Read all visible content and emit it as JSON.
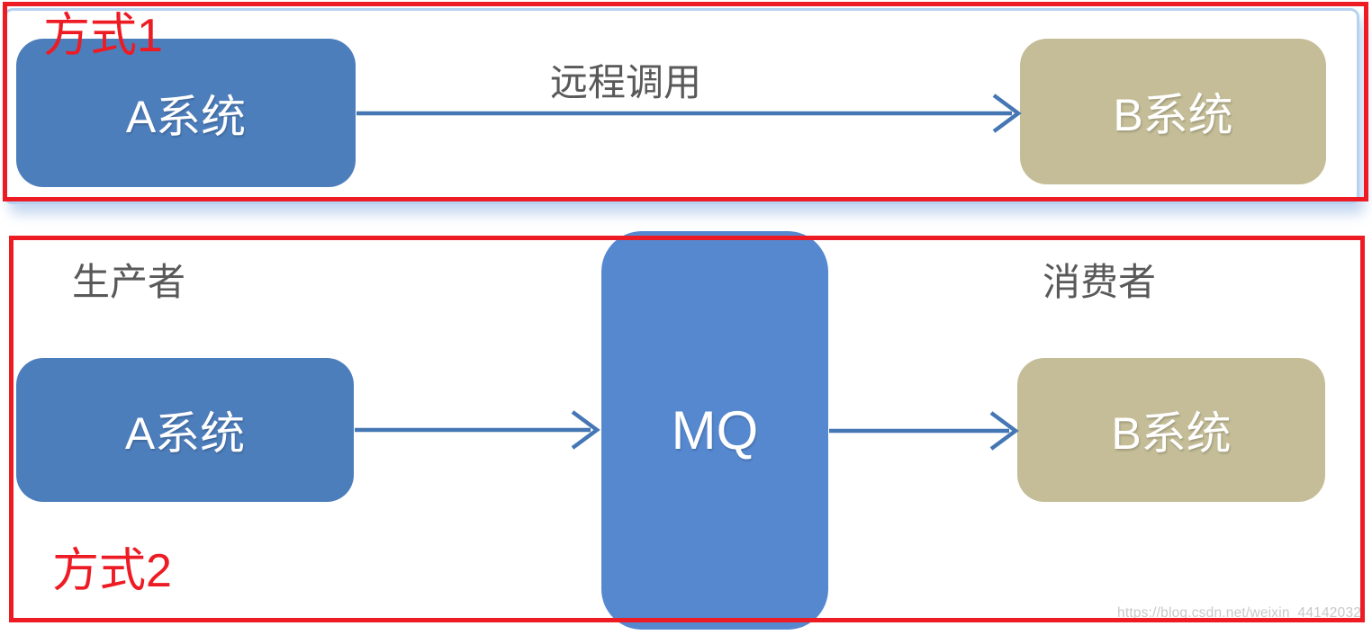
{
  "method1": {
    "label": "方式1",
    "system_a": "A系统",
    "arrow_label": "远程调用",
    "system_b": "B系统"
  },
  "method2": {
    "label": "方式2",
    "producer_label": "生产者",
    "consumer_label": "消费者",
    "system_a": "A系统",
    "mq": "MQ",
    "system_b": "B系统"
  },
  "watermark": {
    "text": "https://blog.csdn.net/weixin_44142032"
  },
  "colors": {
    "red": "#ed1c24",
    "blue_a": "#4d7ebc",
    "blue_mq": "#5688d0",
    "tan": "#c4bd97",
    "arrow": "#4577b4",
    "panel_border": "#b5d2f0",
    "text_gray": "#595959",
    "watermark_gray": "#c9c9c9"
  }
}
